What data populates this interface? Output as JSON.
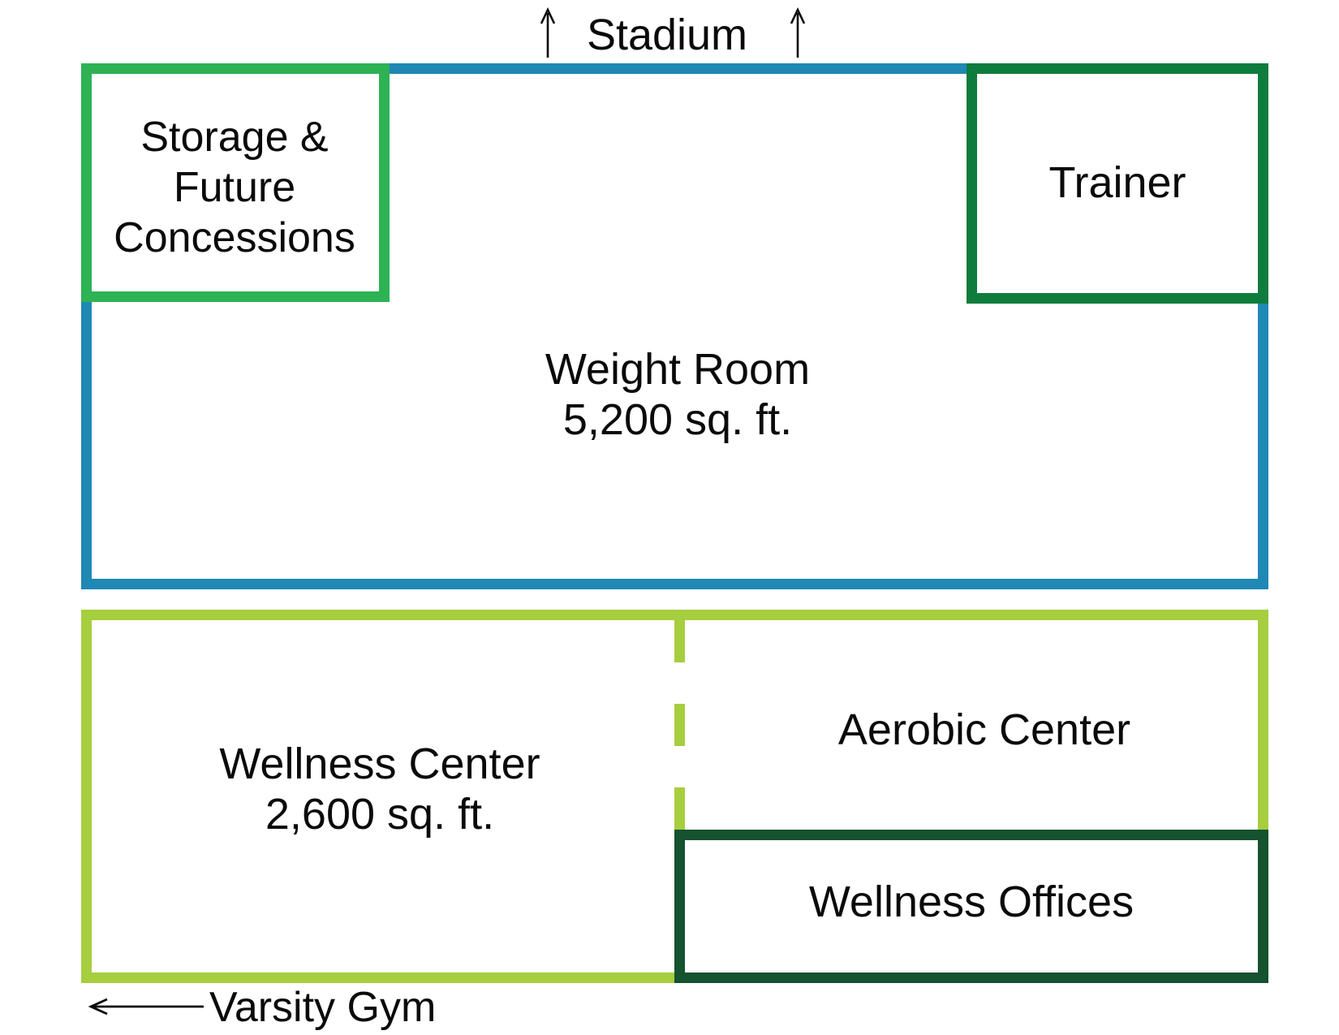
{
  "colors": {
    "weight_room_border": "#2088B4",
    "storage_border": "#2DB254",
    "trainer_border": "#0E7C3D",
    "wellness_border": "#A6CE3E",
    "offices_border": "#15522F",
    "text": "#0a0a0a"
  },
  "annotations": {
    "stadium": "Stadium",
    "varsity_gym": "Varsity Gym"
  },
  "rooms": {
    "weight_room": {
      "name": "Weight Room",
      "area": "5,200 sq. ft."
    },
    "storage": {
      "lines": [
        "Storage &",
        "Future",
        "Concessions"
      ]
    },
    "trainer": {
      "name": "Trainer"
    },
    "wellness_center": {
      "name": "Wellness Center",
      "area": "2,600 sq. ft."
    },
    "aerobic_center": {
      "name": "Aerobic Center"
    },
    "wellness_offices": {
      "name": "Wellness Offices"
    }
  }
}
